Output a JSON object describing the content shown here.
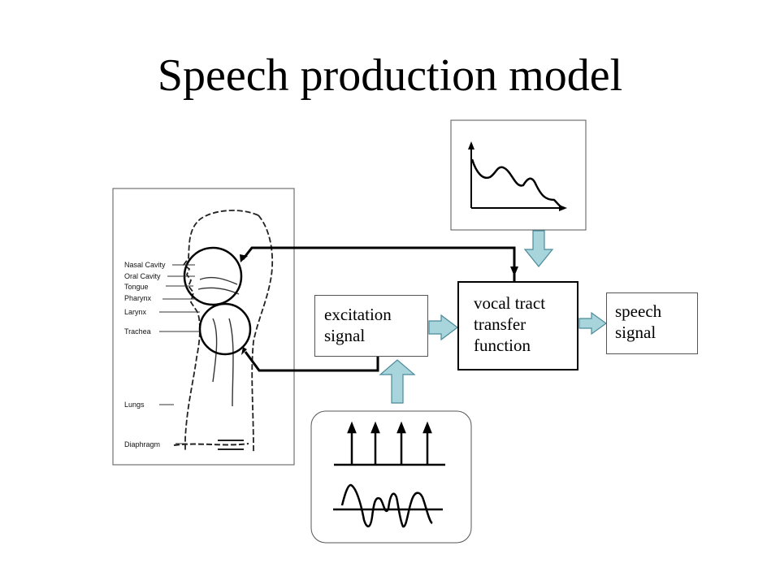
{
  "title": "Speech production model",
  "boxes": {
    "excitation": [
      "excitation",
      "signal"
    ],
    "vocal_tract": [
      "vocal tract",
      "transfer",
      "function"
    ],
    "speech": [
      "speech",
      "signal"
    ]
  },
  "anatomy_labels": [
    "Nasal Cavity",
    "Oral Cavity",
    "Tongue",
    "Pharynx",
    "Larynx",
    "Trachea",
    "Lungs",
    "Diaphragm"
  ],
  "colors": {
    "arrow_fill": "#a8d4dc",
    "arrow_stroke": "#4a8a9a",
    "line": "#000000"
  }
}
